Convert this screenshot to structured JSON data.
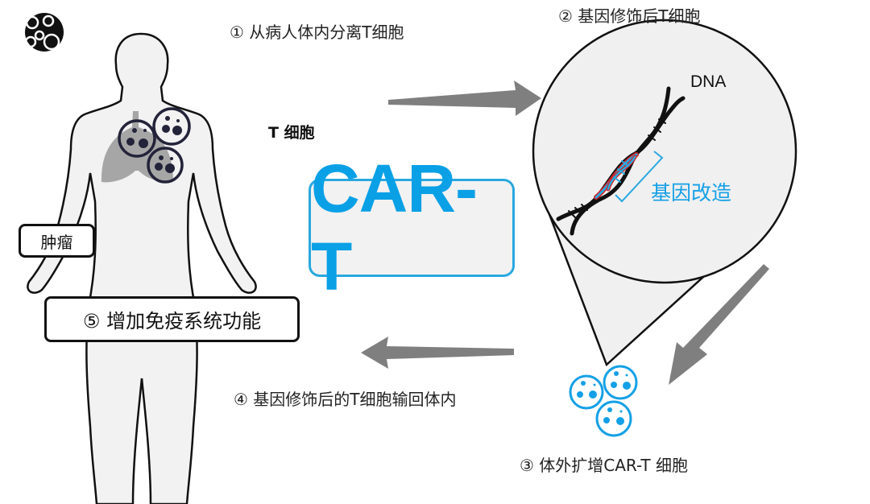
{
  "steps": {
    "step1": "① 从病人体内分离T细胞",
    "step2": "② 基因修饰后T细胞",
    "step3": "③ 体外扩增CAR-T 细胞",
    "step4": "④ 基因修饰后的T细胞输回体内",
    "step5": "⑤ 增加免疫系统功能"
  },
  "labels": {
    "t_cell": "T 细胞",
    "tumor": "肿瘤",
    "dna": "DNA",
    "gene_mod": "基因改造",
    "center": "CAR-T"
  },
  "colors": {
    "accent": "#0aa0e6",
    "arrow": "#7f7f7f",
    "body": "#f2f2f2",
    "dna_red": "#d42020"
  }
}
